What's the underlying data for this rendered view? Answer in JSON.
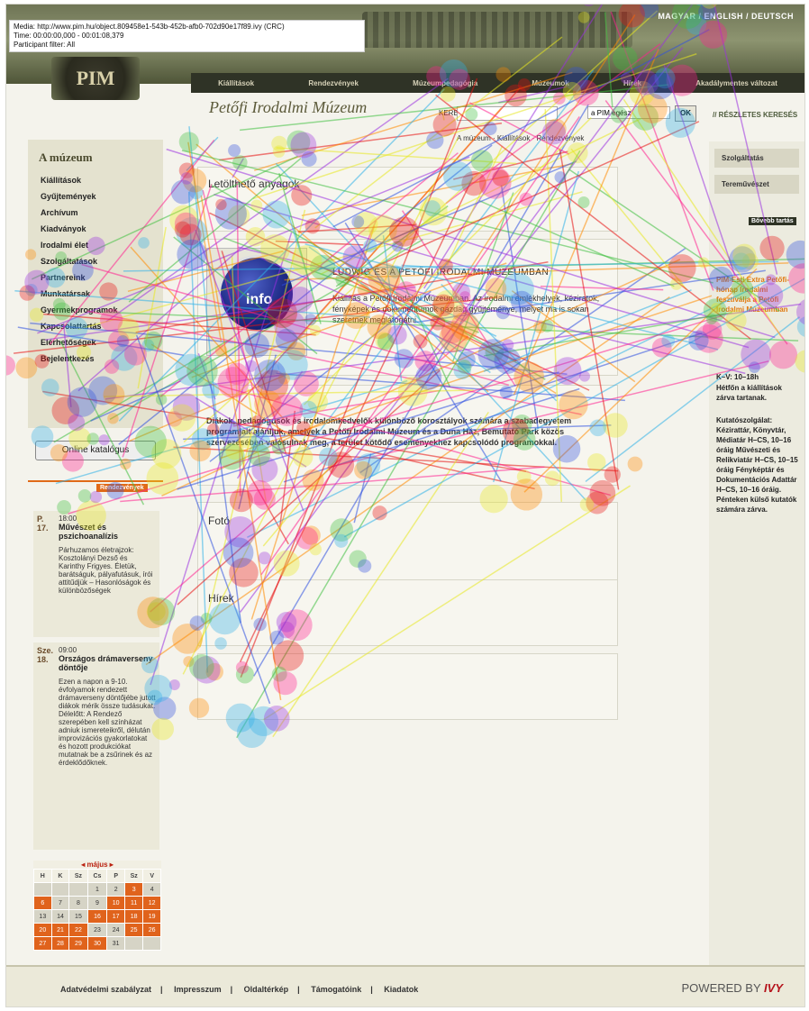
{
  "recording": {
    "media": "Media: http://www.pim.hu/object.809458e1-543b-452b-afb0-702d90e17f89.ivy (CRC)",
    "time": "Time: 00:00:00,000 - 00:01:08,379",
    "participant": "Participant filter: All"
  },
  "header": {
    "languages": "MAGYAR / ENGLISH / DEUTSCH",
    "logo": "PIM",
    "site_title": "Petőfi Irodalmi Múzeum",
    "nav": [
      "Kiállítások",
      "Rendezvények",
      "Múzeumpedagógia",
      "Múzeumok",
      "Hírek",
      "Akadálymentes változat"
    ],
    "search_label": "KERESÉS",
    "search_select": "a PIM egész",
    "search_button": "OK",
    "advanced_search": "// RÉSZLETES KERESÉS",
    "sub_links": "A múzeum  ·  Kiállítások  ·  Rendezvények"
  },
  "sidebar": {
    "heading": "A múzeum",
    "items": [
      "Kiállítások",
      "Gyűjtemények",
      "Archívum",
      "Kiadványok",
      "Irodalmi élet",
      "Szolgáltatások",
      "Partnereink",
      "Munkatársak",
      "Gyermekprogramok",
      "Kapcsolattartás",
      "Elérhetőségek",
      "Bejelentkezés"
    ],
    "online_catalog": "Online katalógus",
    "events_tag": "Rendezvények"
  },
  "events": [
    {
      "day_label": "P.",
      "day": "17.",
      "time": "18:00",
      "title": "Művészet és pszichoanalízis",
      "desc": "Párhuzamos életrajzok: Kosztolányi Dezső és Karinthy Frigyes. Életük, barátságuk, pályafutásuk, írói attitűdjük – Hasonlóságok és különbözőségek"
    },
    {
      "day_label": "Sze.",
      "day": "18.",
      "time": "09:00",
      "title": "Országos drámaverseny döntője",
      "desc": "Ezen a napon a 9-10. évfolyamok rendezett drámaverseny döntőjébe jutott diákok mérik össze tudásukat. Délelőtt: A Rendező szerepében kell színházat adniuk ismereteikről, délután improvizációs gyakorlatokat és hozott produkciókat mutatnak be a zsűrinek és az érdeklődőknek."
    }
  ],
  "calendar": {
    "month": "május",
    "days": [
      "H",
      "K",
      "Sz",
      "Cs",
      "P",
      "Sz",
      "V"
    ]
  },
  "main": {
    "panel1_title": "Letölthető anyagok",
    "info_label": "info",
    "event_heading": "LUDWIG ÉS A PETŐFI IRODALMI MÚZEUMBAN",
    "para1": "Kiállítás a Petőfi Irodalmi Múzeumban. Az irodalmi emlékhelyek, kéziratok, fényképek és dokumentumok gazdag gyűjteménye, melyet ma is sokan szeretnek meglátogatni.",
    "para2": "Diákok, pedagógusok és irodalomkedvelők különböző korosztályok számára a szabadegyetem programjait ajánljuk, amelyek a Petőfi Irodalmi Múzeum és a Duna Ház, Bemutató Park közös szervezésében valósulnak meg, a terület kötődő eseményekhez kapcsolódó programokkal.",
    "panel3_title": "Fotó",
    "panel4_title": "Hírek"
  },
  "rightcol": {
    "btn1": "Szolgáltatás",
    "btn2": "Tereművészet",
    "tag": "Bővebb tartás",
    "promo": "PIM-Esti Extra Petőfi-hónap Irodalmi fesztiválja a Petőfi Irodalmi Múzeumban",
    "hours_title": "K–V: 10–18h",
    "hours_note": "Hétfőn a kiállítások zárva tartanak.",
    "service": "Kutatószolgálat: Kézirattár, Könyvtár, Médiatár H–CS, 10–16 óráig Művészeti és Relikviatár H–CS, 10–15 óráig Fényképtár és Dokumentációs Adattár H–CS, 10–16 óráig. Pénteken külső kutatók számára zárva."
  },
  "footer": {
    "links": [
      "Adatvédelmi szabályzat",
      "Impresszum",
      "Oldaltérkép",
      "Támogatóink",
      "Kiadatok"
    ],
    "powered": "POWERED BY",
    "brand": "IVY"
  }
}
